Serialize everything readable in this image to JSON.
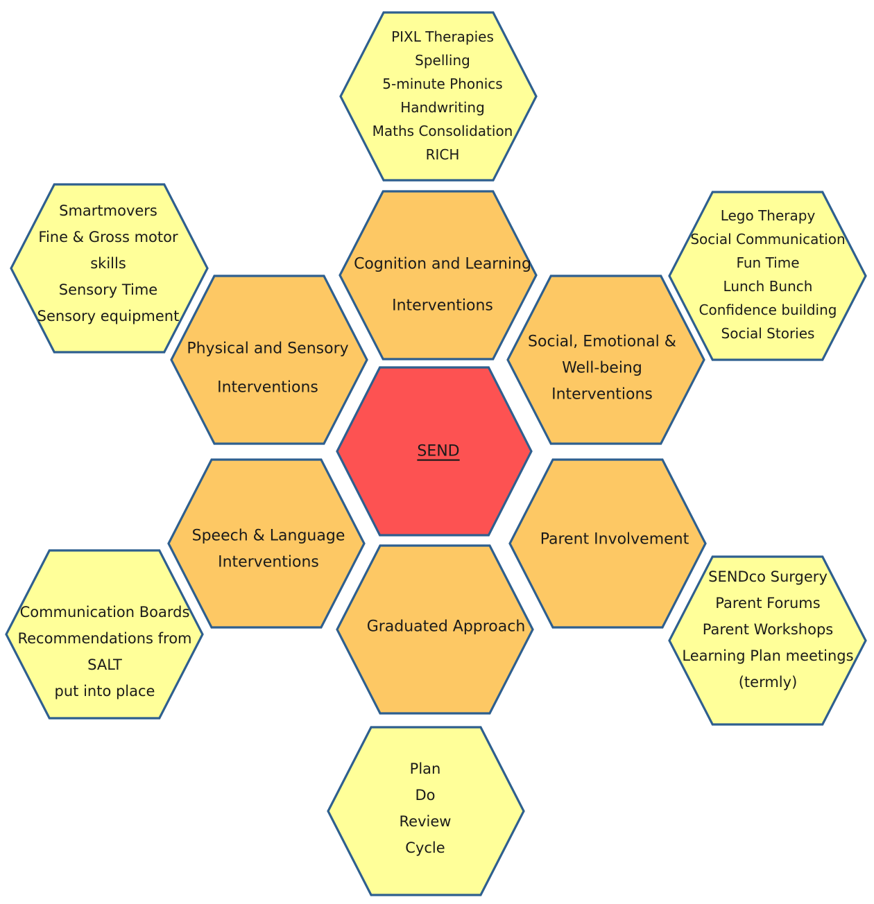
{
  "diagram": {
    "hexagons": [
      {
        "id": "send",
        "role": "center",
        "color": "#fd5252",
        "lines": [
          "SEND"
        ]
      },
      {
        "id": "cognition-learning",
        "role": "category",
        "color": "#fdc864",
        "lines": [
          "Cognition and Learning",
          "Interventions"
        ]
      },
      {
        "id": "social-emotional",
        "role": "category",
        "color": "#fdc864",
        "lines": [
          "Social, Emotional &",
          "Well-being",
          "Interventions"
        ]
      },
      {
        "id": "parent-involvement",
        "role": "category",
        "color": "#fdc864",
        "lines": [
          "Parent Involvement"
        ]
      },
      {
        "id": "graduated-approach",
        "role": "category",
        "color": "#fdc864",
        "lines": [
          "Graduated Approach"
        ]
      },
      {
        "id": "speech-language",
        "role": "category",
        "color": "#fdc864",
        "lines": [
          "Speech & Language",
          "Interventions"
        ]
      },
      {
        "id": "physical-sensory",
        "role": "category",
        "color": "#fdc864",
        "lines": [
          "Physical and Sensory",
          "Interventions"
        ]
      },
      {
        "id": "cognition-details",
        "role": "detail",
        "color": "#ffff99",
        "lines": [
          "PIXL Therapies",
          "Spelling",
          "5-minute Phonics",
          "Handwriting",
          "Maths Consolidation",
          "RICH"
        ]
      },
      {
        "id": "social-details",
        "role": "detail",
        "color": "#ffff99",
        "lines": [
          "Lego Therapy",
          "Social Communication",
          "Fun Time",
          "Lunch Bunch",
          "Confidence building",
          "Social Stories"
        ]
      },
      {
        "id": "parent-details",
        "role": "detail",
        "color": "#ffff99",
        "lines": [
          "SENDco Surgery",
          "Parent Forums",
          "Parent Workshops",
          "Learning Plan meetings",
          "(termly)"
        ]
      },
      {
        "id": "graduated-details",
        "role": "detail",
        "color": "#ffff99",
        "lines": [
          "Plan",
          "Do",
          "Review",
          "Cycle"
        ]
      },
      {
        "id": "speech-details",
        "role": "detail",
        "color": "#ffff99",
        "lines": [
          "Communication Boards",
          "Recommendations from",
          "SALT",
          "put into place"
        ]
      },
      {
        "id": "physical-details",
        "role": "detail",
        "color": "#ffff99",
        "lines": [
          "Smartmovers",
          "Fine & Gross motor",
          "skills",
          "Sensory Time",
          "Sensory equipment"
        ]
      }
    ]
  }
}
